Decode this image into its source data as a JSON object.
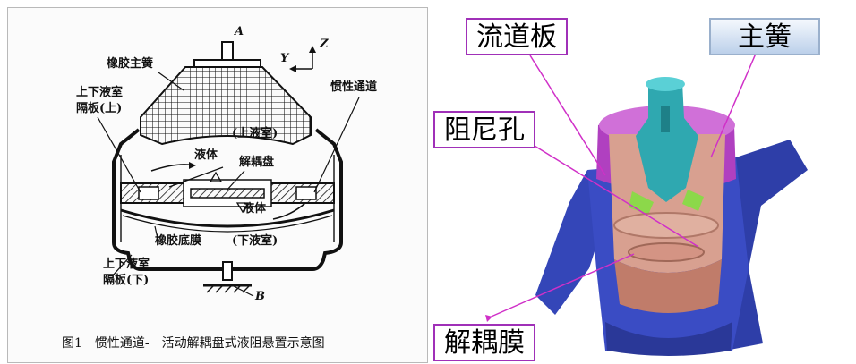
{
  "left_diagram": {
    "point_a": "A",
    "point_b": "B",
    "axis_y": "Y",
    "axis_z": "Z",
    "labels": {
      "rubber_main_spring": "橡胶主簧",
      "inertia_channel": "惯性通道",
      "partition_upper_line1": "上下液室",
      "partition_upper_line2": "隔板(上)",
      "upper_chamber": "(上液室)",
      "fluid_top": "液体",
      "decoupling_disk": "解耦盘",
      "fluid_bottom": "液体",
      "rubber_bottom_membrane": "橡胶底膜",
      "lower_chamber": "(下液室)",
      "partition_lower_line1": "上下液室",
      "partition_lower_line2": "隔板(下)"
    },
    "caption": "图1　惯性通道-　活动解耦盘式液阻悬置示意图"
  },
  "right_model": {
    "labels": {
      "flow_channel_plate": "流道板",
      "main_spring": "主簧",
      "damping_hole": "阻尼孔",
      "decoupling_membrane": "解耦膜"
    },
    "colors": {
      "label_border_purple": "#a030b8",
      "label_border_blue": "#9ab0cc",
      "leader_line": "#d030c8",
      "housing_blue": "#3446b8",
      "rubber_magenta": "#b040c0",
      "core_teal": "#2fa8b0",
      "inner_salmon": "#d8a090",
      "insert_green": "#8cd84a"
    }
  }
}
